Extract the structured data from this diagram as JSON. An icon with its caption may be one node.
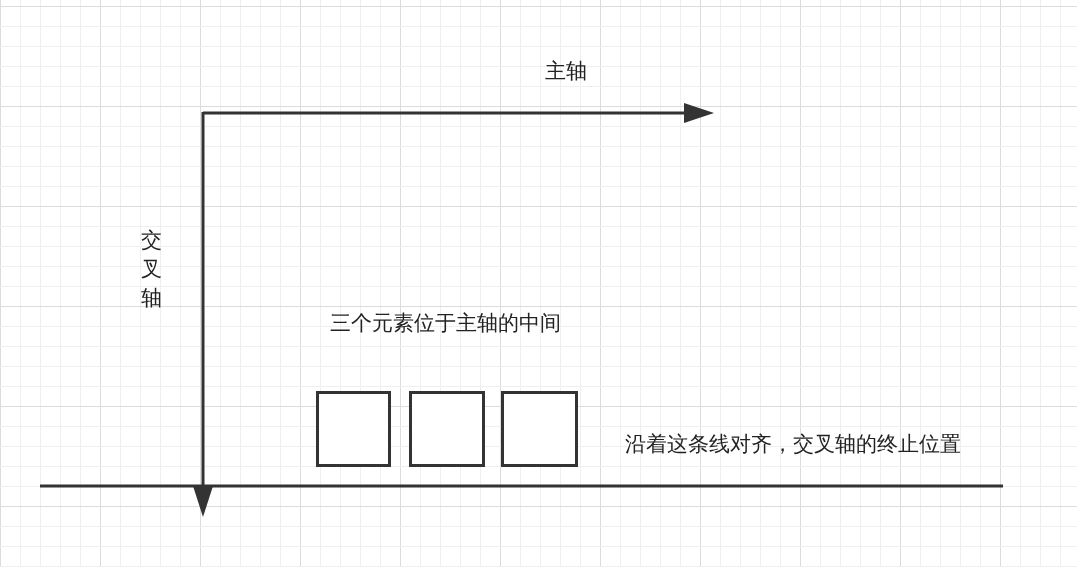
{
  "diagram": {
    "nodes": [
      {
        "text": [],
        "shape": "box"
      },
      {
        "text": [],
        "shape": "box"
      },
      {
        "text": [],
        "shape": "box"
      }
    ],
    "labels": [
      "主轴",
      "交叉轴",
      "三个元素位于主轴的中间",
      "沿着这条线对齐，交叉轴的终止位置"
    ]
  }
}
